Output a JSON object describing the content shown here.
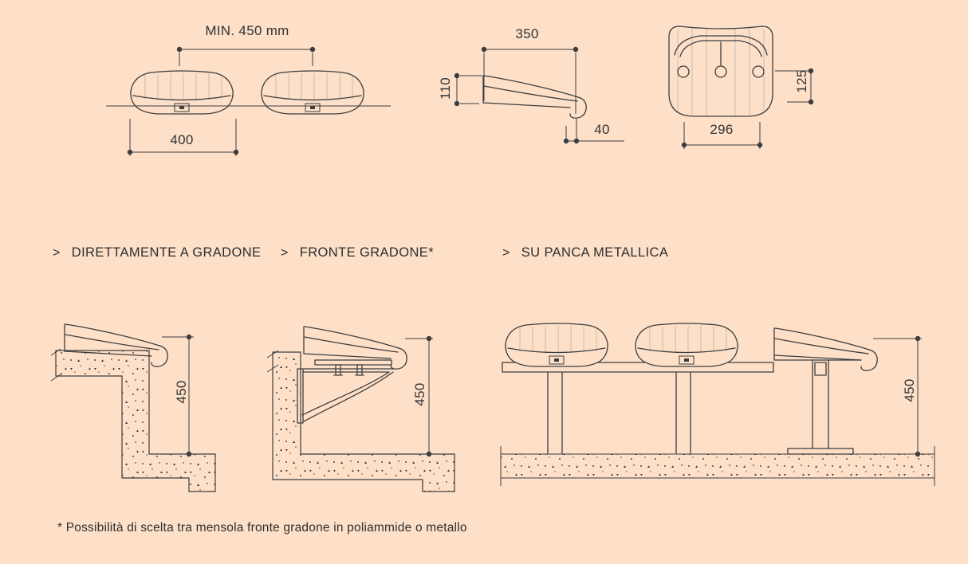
{
  "drawing": {
    "bg_color": "#fde0c7",
    "line_color": "#3d3d40",
    "subject": "stadium-seat-installation-diagram"
  },
  "top_row": {
    "plan_view": {
      "spacing_dim": "MIN. 450 mm",
      "width_dim": "400"
    },
    "side_view": {
      "depth_dim": "350",
      "height_dim": "110",
      "lip_dim": "40"
    },
    "front_view": {
      "width_dim": "296",
      "offset_dim": "125"
    }
  },
  "mounting_options": [
    {
      "marker": ">",
      "label": "DIRETTAMENTE A GRADONE",
      "height_dim": "450"
    },
    {
      "marker": ">",
      "label": "FRONTE GRADONE*",
      "height_dim": "450"
    },
    {
      "marker": ">",
      "label": "SU PANCA METALLICA",
      "height_dim": "450"
    }
  ],
  "footnote": "* Possibilità di scelta tra mensola fronte gradone in poliammide o metallo"
}
